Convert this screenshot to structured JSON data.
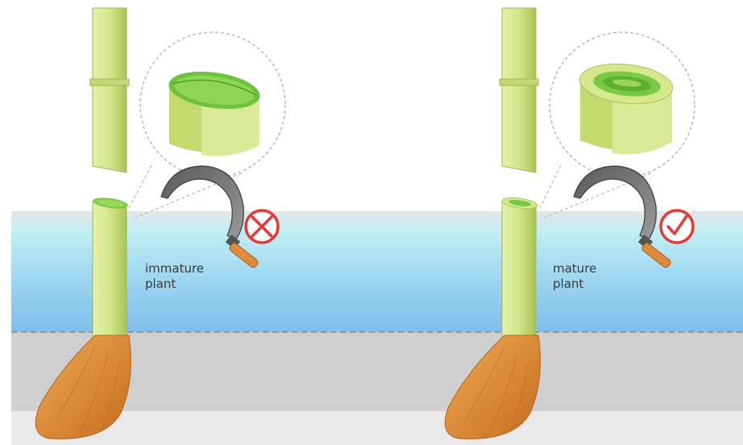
{
  "panels": [
    {
      "label_line1": "immature",
      "label_line2": "plant",
      "verdict": "wrong",
      "verdict_icon": "cross-in-circle-icon",
      "core": "solid"
    },
    {
      "label_line1": "mature",
      "label_line2": "plant",
      "verdict": "right",
      "verdict_icon": "check-in-circle-icon",
      "core": "hollow"
    }
  ],
  "colors": {
    "stem": "#cfe388",
    "stem_shade": "#9fb84a",
    "pith_green": "#7ac943",
    "tuber": "#e59a3a",
    "tuber_dark": "#c9701f",
    "water_top": "#b8ecf3",
    "water_bottom": "#85c3ea",
    "ground": "#cfcfcf",
    "no_mark": "#e53935"
  }
}
